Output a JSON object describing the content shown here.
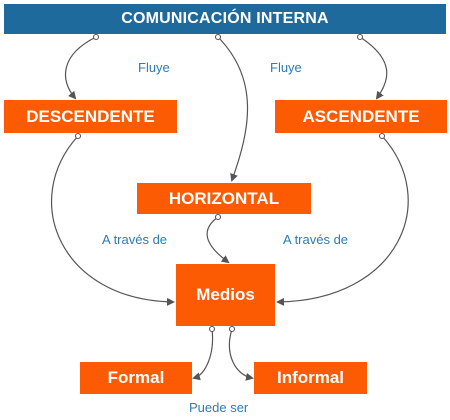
{
  "diagram": {
    "root": "COMUNICACIÓN INTERNA",
    "nodes": {
      "descendente": "DESCENDENTE",
      "ascendente": "ASCENDENTE",
      "horizontal": "HORIZONTAL",
      "medios": "Medios",
      "formal": "Formal",
      "informal": "Informal"
    },
    "links": {
      "fluye_left": "Fluye",
      "fluye_right": "Fluye",
      "traves_left": "A través de",
      "traves_right": "A través de",
      "puede_ser": "Puede ser"
    },
    "colors": {
      "root_fill": "#1f6a9c",
      "node_fill": "#fc5b03",
      "link_text": "#2a7db5",
      "connector": "#555555"
    }
  }
}
